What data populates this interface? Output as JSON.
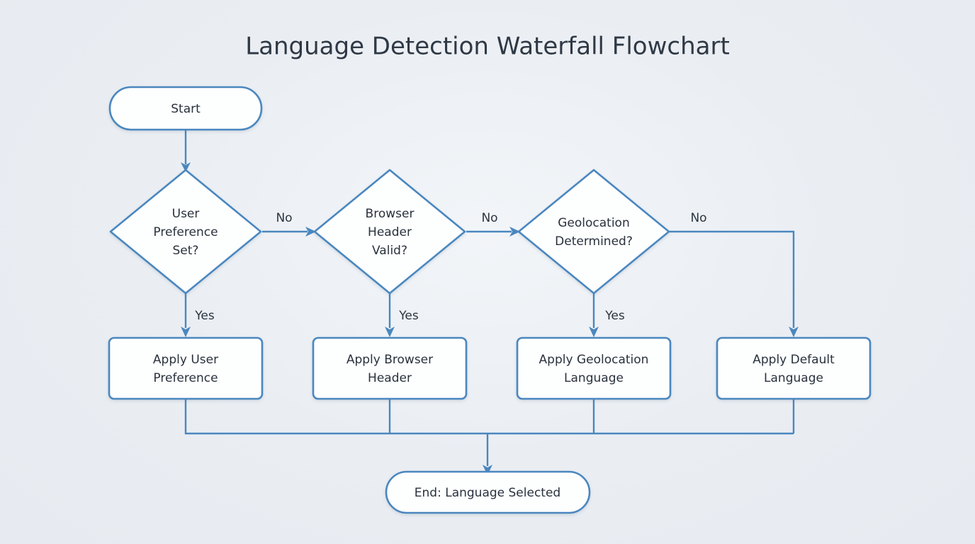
{
  "diagram": {
    "title": "Language Detection Waterfall Flowchart",
    "background_color": "#eef1f5",
    "accent_color": "#4a87bf",
    "node_fill_color": "#fdfefe",
    "text_color": "#29323d",
    "type": "flowchart",
    "orientation": "left-to-right waterfall with downward terminal merge"
  },
  "nodes": {
    "start": {
      "id": "start",
      "shape": "stadium",
      "label": "Start"
    },
    "decision_user_preference": {
      "id": "decision_user_preference",
      "shape": "diamond",
      "label": "User Preference Set?",
      "lines": [
        "User",
        "Preference",
        "Set?"
      ]
    },
    "decision_browser_header": {
      "id": "decision_browser_header",
      "shape": "diamond",
      "label": "Browser Header Valid?",
      "lines": [
        "Browser",
        "Header",
        "Valid?"
      ]
    },
    "decision_geolocation": {
      "id": "decision_geolocation",
      "shape": "diamond",
      "label": "Geolocation Determined?",
      "lines": [
        "Geolocation",
        "Determined?"
      ]
    },
    "process_user_preference": {
      "id": "process_user_preference",
      "shape": "rectangle",
      "label": "Apply User Preference",
      "lines": [
        "Apply User",
        "Preference"
      ]
    },
    "process_browser_header": {
      "id": "process_browser_header",
      "shape": "rectangle",
      "label": "Apply Browser Header",
      "lines": [
        "Apply Browser",
        "Header"
      ]
    },
    "process_geolocation": {
      "id": "process_geolocation",
      "shape": "rectangle",
      "label": "Apply Geolocation Language",
      "lines": [
        "Apply Geolocation",
        "Language"
      ]
    },
    "process_default": {
      "id": "process_default",
      "shape": "rectangle",
      "label": "Apply Default Language",
      "lines": [
        "Apply Default",
        "Language"
      ]
    },
    "end": {
      "id": "end",
      "shape": "stadium",
      "label": "End: Language Selected"
    }
  },
  "edge_labels": {
    "no_user_preference": "No",
    "no_browser_header": "No",
    "no_geolocation": "No",
    "yes_user_preference": "Yes",
    "yes_browser_header": "Yes",
    "yes_geolocation": "Yes"
  },
  "edges": [
    {
      "from": "start",
      "to": "decision_user_preference",
      "label": ""
    },
    {
      "from": "decision_user_preference",
      "to": "decision_browser_header",
      "label": "No"
    },
    {
      "from": "decision_browser_header",
      "to": "decision_geolocation",
      "label": "No"
    },
    {
      "from": "decision_geolocation",
      "to": "process_default",
      "label": "No"
    },
    {
      "from": "decision_user_preference",
      "to": "process_user_preference",
      "label": "Yes"
    },
    {
      "from": "decision_browser_header",
      "to": "process_browser_header",
      "label": "Yes"
    },
    {
      "from": "decision_geolocation",
      "to": "process_geolocation",
      "label": "Yes"
    },
    {
      "from": "process_user_preference",
      "to": "end",
      "label": ""
    },
    {
      "from": "process_browser_header",
      "to": "end",
      "label": ""
    },
    {
      "from": "process_geolocation",
      "to": "end",
      "label": ""
    },
    {
      "from": "process_default",
      "to": "end",
      "label": ""
    }
  ]
}
